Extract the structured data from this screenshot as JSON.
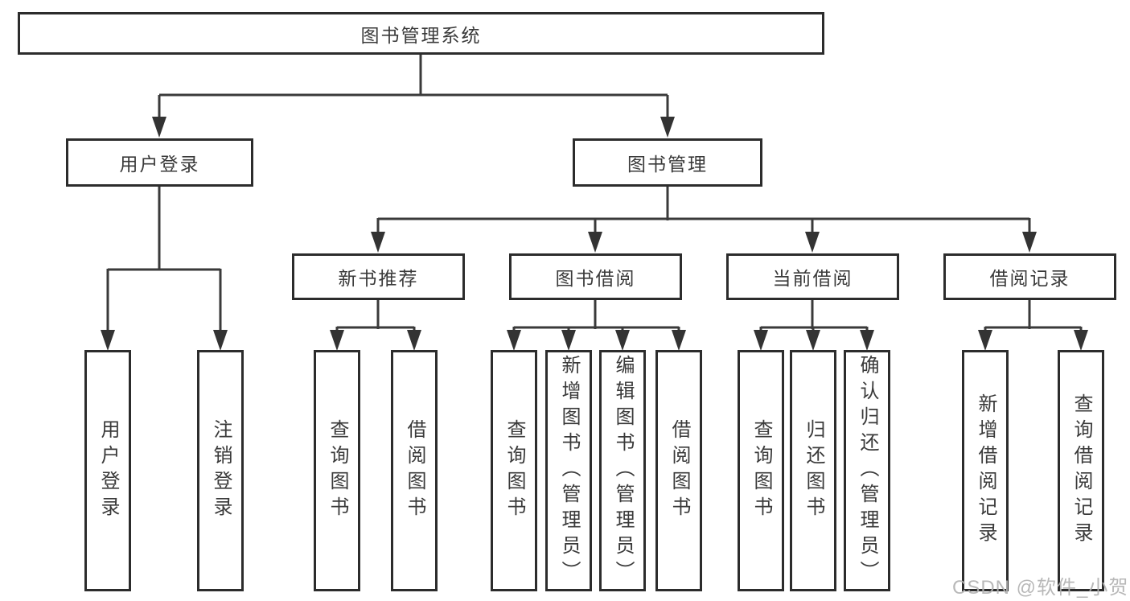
{
  "diagram": {
    "root": {
      "label": "图书管理系统"
    },
    "level2": [
      {
        "id": "user-login",
        "label": "用户登录"
      },
      {
        "id": "book-management",
        "label": "图书管理"
      }
    ],
    "level3": [
      {
        "id": "new-book-recommend",
        "label": "新书推荐",
        "parent": "图书管理"
      },
      {
        "id": "book-borrowing",
        "label": "图书借阅",
        "parent": "图书管理"
      },
      {
        "id": "current-borrowing",
        "label": "当前借阅",
        "parent": "图书管理"
      },
      {
        "id": "borrowing-records",
        "label": "借阅记录",
        "parent": "图书管理"
      }
    ],
    "leaves": [
      {
        "label": "用户登录",
        "parent": "用户登录"
      },
      {
        "label": "注销登录",
        "parent": "用户登录"
      },
      {
        "label": "查询图书",
        "parent": "新书推荐"
      },
      {
        "label": "借阅图书",
        "parent": "新书推荐"
      },
      {
        "label": "查询图书",
        "parent": "图书借阅"
      },
      {
        "label": "新增图书（管理员）",
        "parent": "图书借阅"
      },
      {
        "label": "编辑图书（管理员）",
        "parent": "图书借阅"
      },
      {
        "label": "借阅图书",
        "parent": "图书借阅"
      },
      {
        "label": "查询图书",
        "parent": "当前借阅"
      },
      {
        "label": "归还图书",
        "parent": "当前借阅"
      },
      {
        "label": "确认归还（管理员）",
        "parent": "当前借阅"
      },
      {
        "label": "新增借阅记录",
        "parent": "借阅记录"
      },
      {
        "label": "查询借阅记录",
        "parent": "借阅记录"
      }
    ],
    "watermark": "CSDN @软件_小贺同学",
    "colors": {
      "line": "#3a3a3a",
      "border": "#2c2c2c",
      "text": "#3a3a3a",
      "watermark": "#b3b3b3",
      "background": "#ffffff"
    }
  }
}
